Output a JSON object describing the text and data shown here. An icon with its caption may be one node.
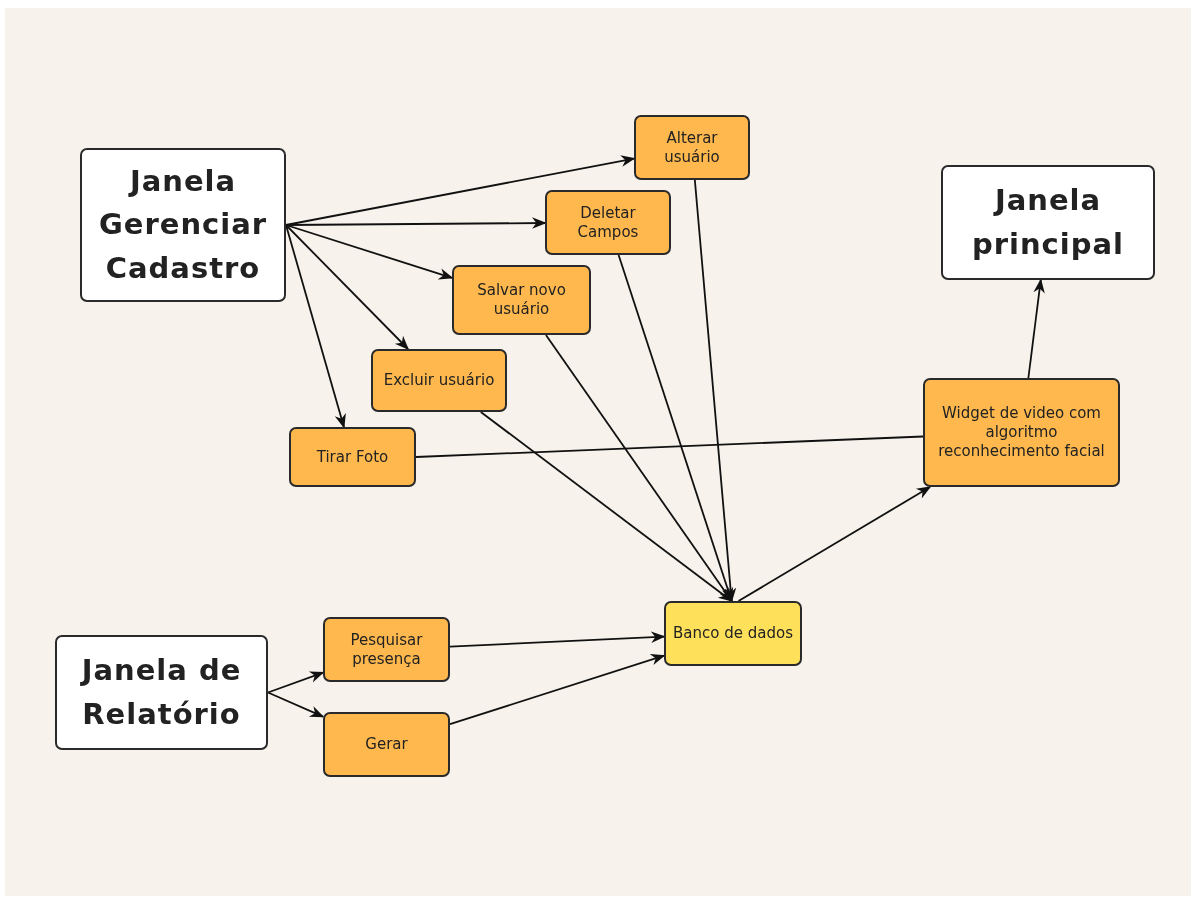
{
  "diagram": {
    "nodes": [
      {
        "text": [
          "Janela Gerenciar Cadastro"
        ]
      },
      {
        "text": [
          "Alterar usuário"
        ]
      },
      {
        "text": [
          "Deletar Campos"
        ]
      },
      {
        "text": [
          "Salvar novo usuário"
        ]
      },
      {
        "text": [
          "Excluir usuário"
        ]
      },
      {
        "text": [
          "Tirar Foto"
        ]
      },
      {
        "text": [
          "Janela principal"
        ]
      },
      {
        "text": [
          "Widget de video com algoritmo reconhecimento facial"
        ]
      },
      {
        "text": [
          "Janela de Relatório"
        ]
      },
      {
        "text": [
          "Pesquisar presença"
        ]
      },
      {
        "text": [
          "Gerar"
        ]
      },
      {
        "text": [
          "Banco de dados"
        ]
      }
    ],
    "edges": [
      {
        "from": 0,
        "to": 1,
        "arrow": "to"
      },
      {
        "from": 0,
        "to": 2,
        "arrow": "to"
      },
      {
        "from": 0,
        "to": 3,
        "arrow": "to"
      },
      {
        "from": 0,
        "to": 4,
        "arrow": "to"
      },
      {
        "from": 0,
        "to": 5,
        "arrow": "to"
      },
      {
        "from": 1,
        "to": 11,
        "arrow": "to"
      },
      {
        "from": 2,
        "to": 11,
        "arrow": "to"
      },
      {
        "from": 3,
        "to": 11,
        "arrow": "to"
      },
      {
        "from": 4,
        "to": 11,
        "arrow": "to"
      },
      {
        "from": 5,
        "to": 7,
        "arrow": "none"
      },
      {
        "from": 11,
        "to": 7,
        "arrow": "to"
      },
      {
        "from": 7,
        "to": 6,
        "arrow": "to"
      },
      {
        "from": 8,
        "to": 9,
        "arrow": "to"
      },
      {
        "from": 8,
        "to": 10,
        "arrow": "to"
      },
      {
        "from": 9,
        "to": 11,
        "arrow": "to"
      },
      {
        "from": 10,
        "to": 11,
        "arrow": "to"
      }
    ]
  }
}
